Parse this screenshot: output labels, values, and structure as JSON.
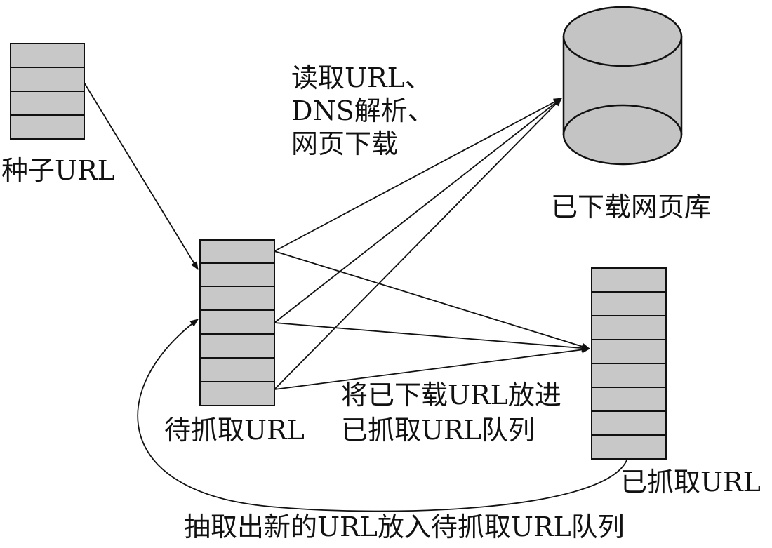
{
  "labels": {
    "seed_queue": "种子URL",
    "pending_queue": "待抓取URL",
    "crawled_queue": "已抓取URL",
    "database": "已下载网页库",
    "download_step": [
      "读取URL、",
      "DNS解析、",
      "网页下载"
    ],
    "move_step": [
      "将已下载URL放进",
      "已抓取URL队列"
    ],
    "extract_step": "抽取出新的URL放入待抓取URL队列"
  },
  "colors": {
    "queue_fill": "#c8c8c8",
    "cylinder_fill": "#c4c4c4",
    "stroke": "#111111",
    "background": "#ffffff"
  }
}
